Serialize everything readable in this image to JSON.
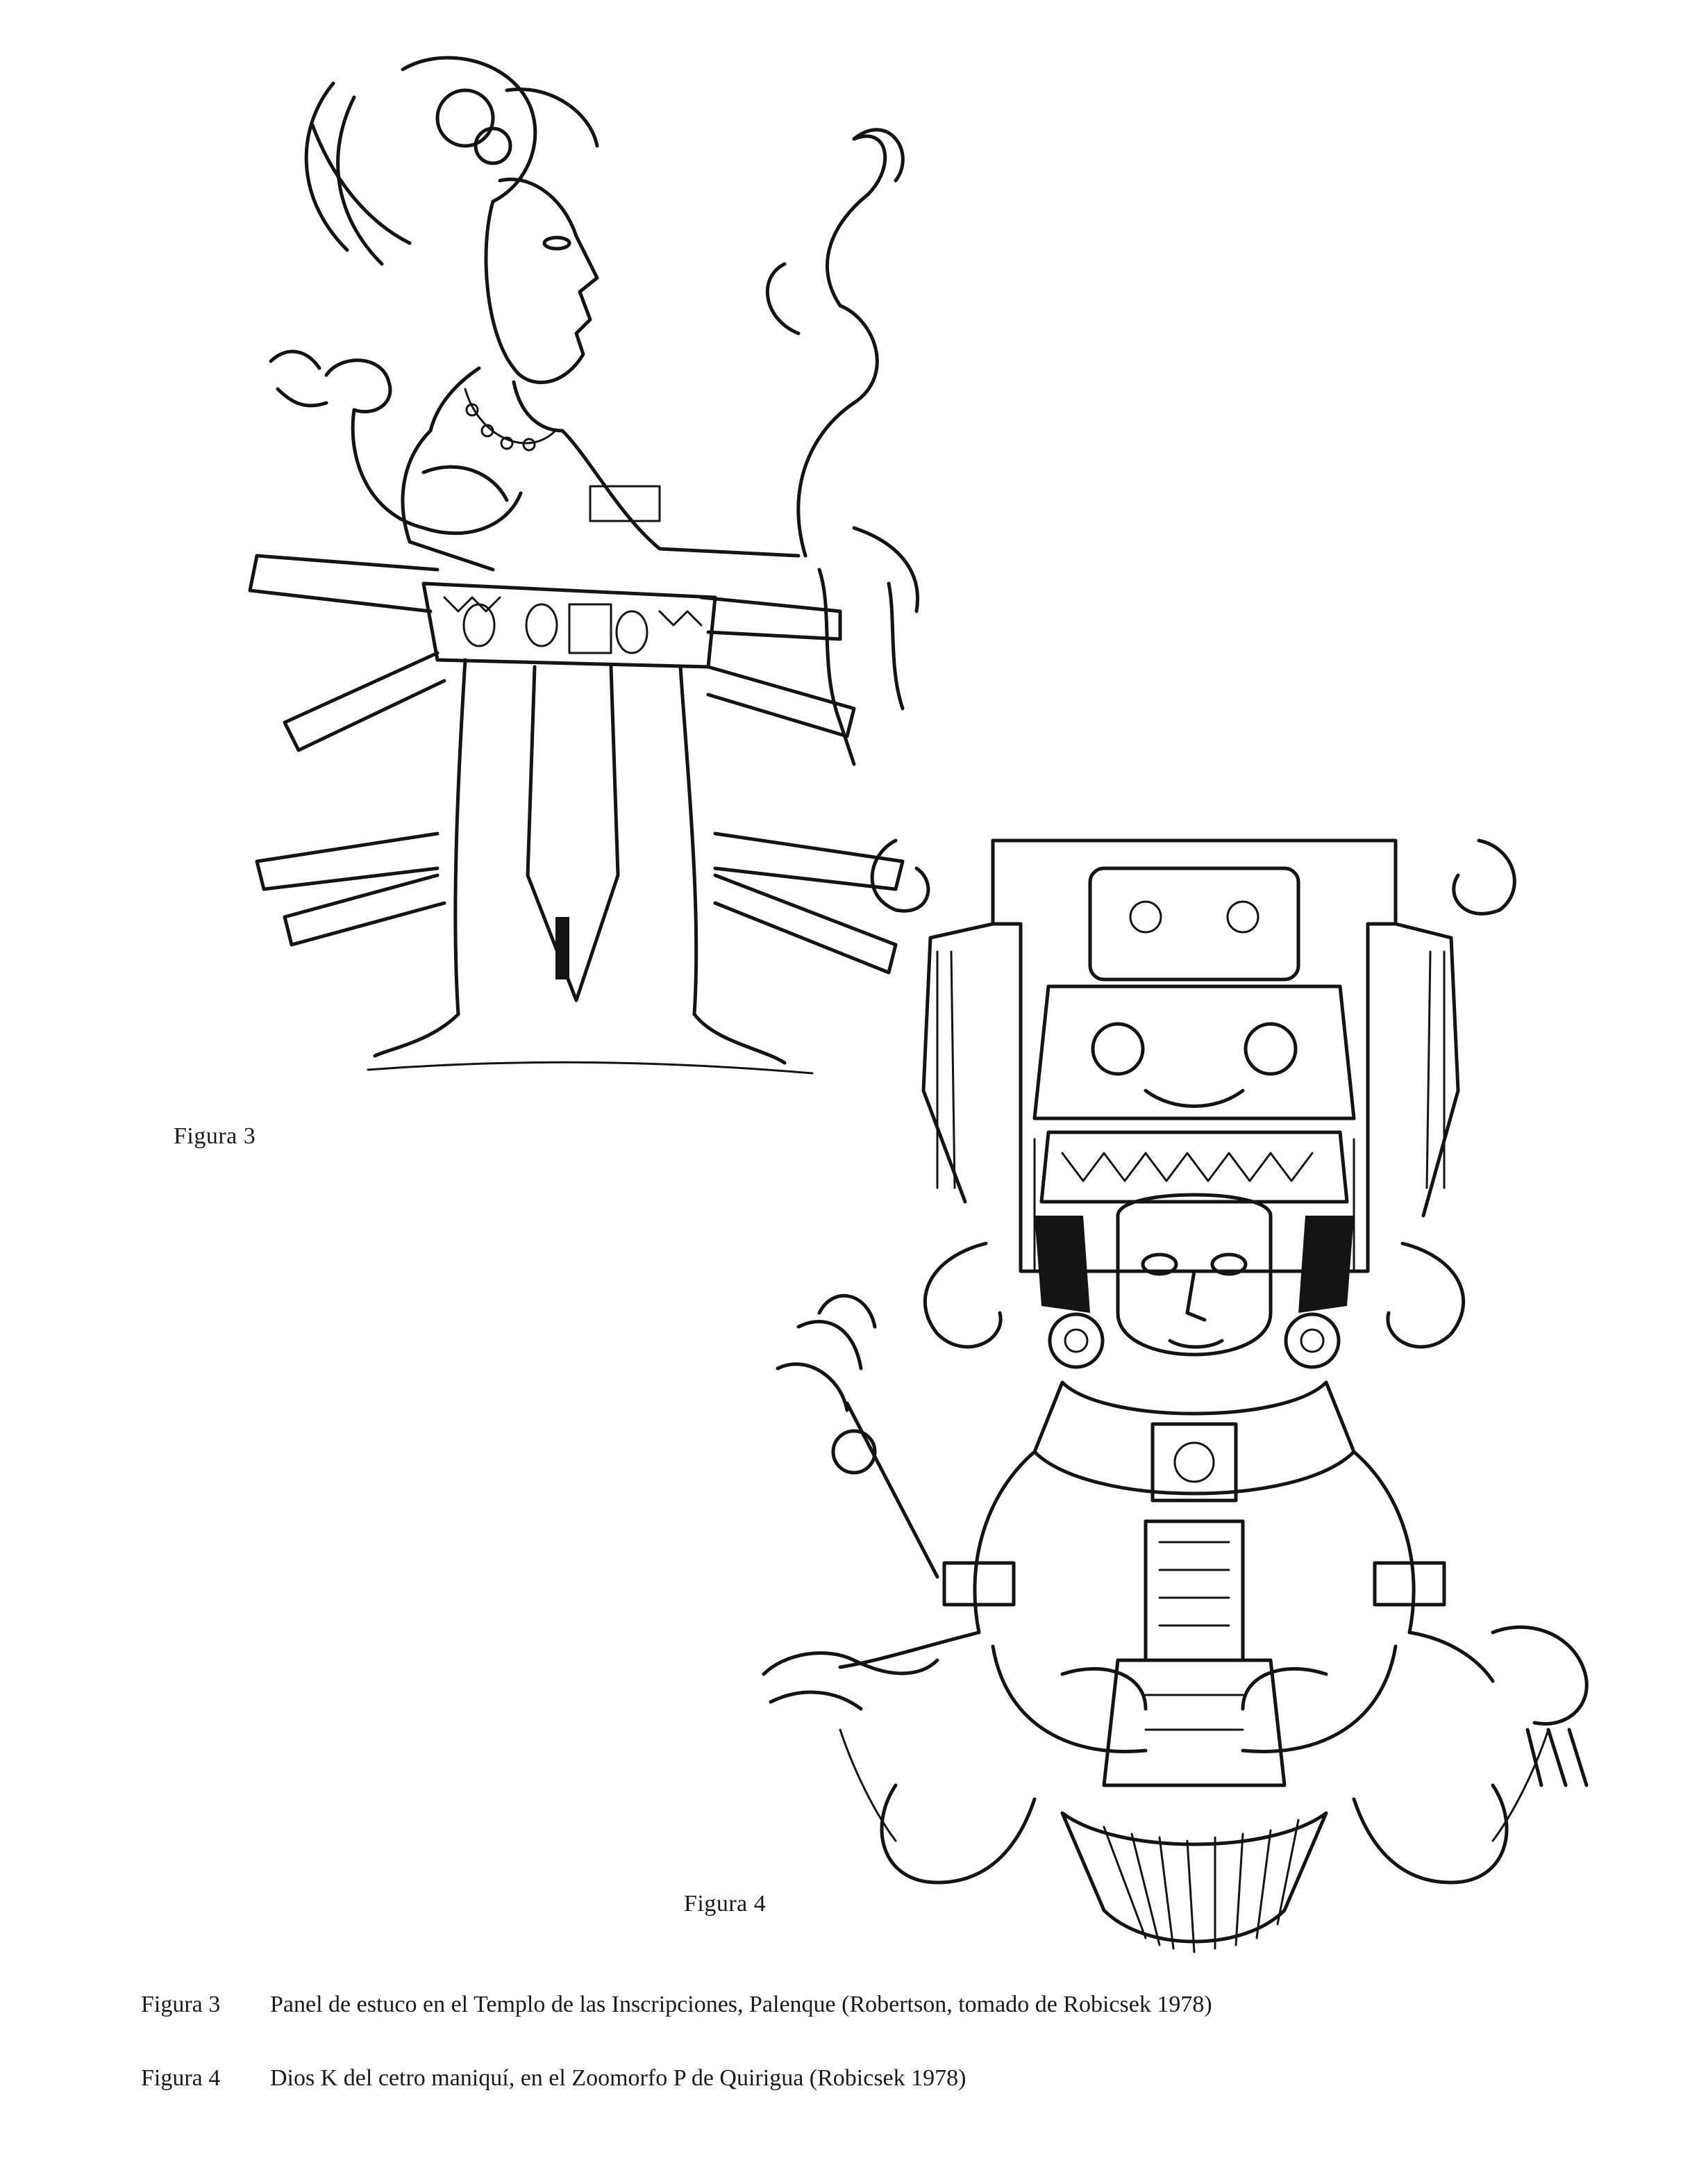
{
  "figures": [
    {
      "label": "Figura 3",
      "image": "mayan-stucco-panel-figure-holding-infant-and-scepter",
      "caption_number": "Figura 3",
      "caption_text": "Panel de estuco en el Templo de las Inscripciones, Palenque (Robertson, tomado de Robicsek 1978)"
    },
    {
      "label": "Figura 4",
      "image": "mayan-god-k-manikin-scepter-zoomorph-p-quirigua",
      "caption_number": "Figura 4",
      "caption_text": "Dios K del cetro maniquí, en el Zoomorfo P de Quirigua (Robicsek 1978)"
    }
  ],
  "colors": {
    "ink": "#141414",
    "paper": "#ffffff"
  }
}
